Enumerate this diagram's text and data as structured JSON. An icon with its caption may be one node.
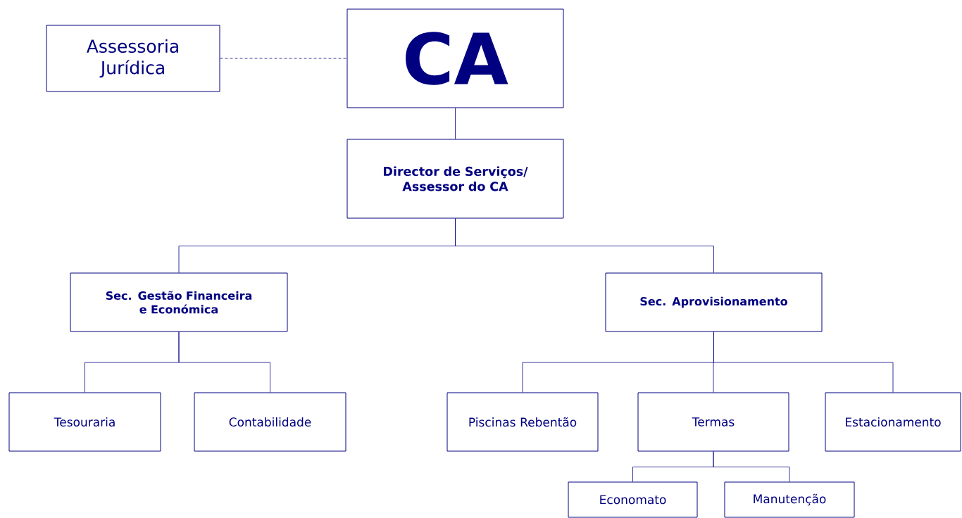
{
  "diagram": {
    "nodes": [
      {
        "text": [
          "CA"
        ]
      },
      {
        "text": [
          "Assessoria Jurídica"
        ]
      },
      {
        "text": [
          "Director de Serviços/ Assessor do CA"
        ]
      },
      {
        "text": [
          "Sec. Gestão Financeira e Económica"
        ]
      },
      {
        "text": [
          "Sec. Aprovisionamento"
        ]
      },
      {
        "text": [
          "Tesouraria"
        ]
      },
      {
        "text": [
          "Contabilidade"
        ]
      },
      {
        "text": [
          "Piscinas Rebentão"
        ]
      },
      {
        "text": [
          "Termas"
        ]
      },
      {
        "text": [
          "Estacionamento"
        ]
      },
      {
        "text": [
          "Economato"
        ]
      },
      {
        "text": [
          "Manutenção"
        ]
      }
    ],
    "edges": [
      {
        "from": 1,
        "to": 0,
        "arrow": "none",
        "style": "dashed"
      },
      {
        "from": 0,
        "to": 2,
        "arrow": "none"
      },
      {
        "from": 2,
        "to": 3,
        "arrow": "none"
      },
      {
        "from": 2,
        "to": 4,
        "arrow": "none"
      },
      {
        "from": 3,
        "to": 5,
        "arrow": "none"
      },
      {
        "from": 3,
        "to": 6,
        "arrow": "none"
      },
      {
        "from": 4,
        "to": 7,
        "arrow": "none"
      },
      {
        "from": 4,
        "to": 8,
        "arrow": "none"
      },
      {
        "from": 4,
        "to": 9,
        "arrow": "none"
      },
      {
        "from": 8,
        "to": 10,
        "arrow": "none"
      },
      {
        "from": 8,
        "to": 11,
        "arrow": "none"
      }
    ]
  }
}
